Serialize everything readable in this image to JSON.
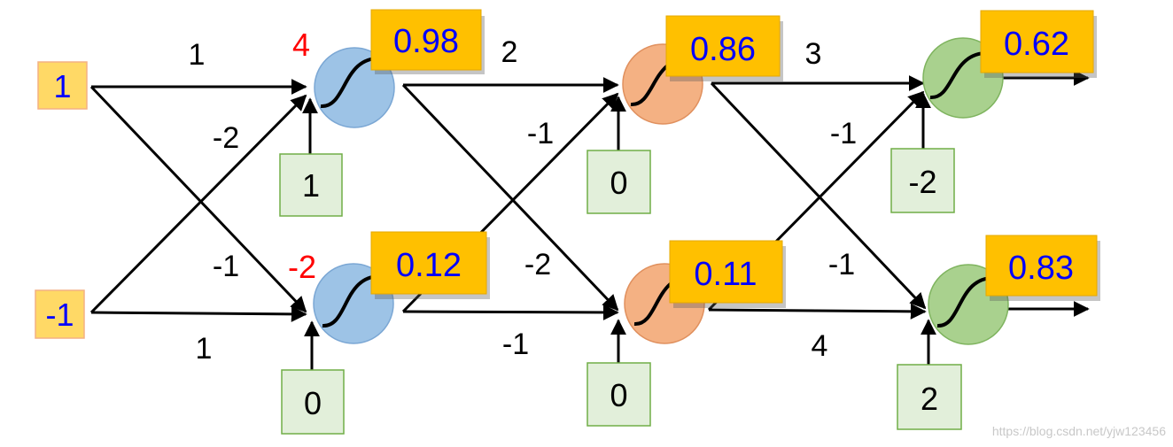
{
  "colors": {
    "input_box_fill": "#ffd966",
    "output_box_fill": "#ffc000",
    "bias_box_fill": "#e2efda",
    "bias_box_stroke": "#70ad47",
    "layer1_neuron": "#9dc3e6",
    "layer2_neuron": "#f4b183",
    "layer3_neuron": "#a9d18e",
    "value_text": "#0000ff",
    "preactivation_text": "#ff0000"
  },
  "inputs": [
    {
      "value": "1"
    },
    {
      "value": "-1"
    }
  ],
  "layers": [
    {
      "neurons": [
        {
          "preactivation": "4",
          "output": "0.98",
          "bias": "1"
        },
        {
          "preactivation": "-2",
          "output": "0.12",
          "bias": "0"
        }
      ],
      "weights": {
        "top_to_top": "1",
        "bottom_to_top": "-2",
        "top_to_bottom": "-1",
        "bottom_to_bottom": "1"
      }
    },
    {
      "neurons": [
        {
          "output": "0.86",
          "bias": "0"
        },
        {
          "output": "0.11",
          "bias": "0"
        }
      ],
      "weights": {
        "top_to_top": "2",
        "bottom_to_top": "-1",
        "top_to_bottom": "-2",
        "bottom_to_bottom": "-1"
      }
    },
    {
      "neurons": [
        {
          "output": "0.62",
          "bias": "-2"
        },
        {
          "output": "0.83",
          "bias": "2"
        }
      ],
      "weights": {
        "top_to_top": "3",
        "bottom_to_top": "-1",
        "top_to_bottom": "-1",
        "bottom_to_bottom": "4"
      }
    }
  ],
  "watermark": "https://blog.csdn.net/yjw123456"
}
